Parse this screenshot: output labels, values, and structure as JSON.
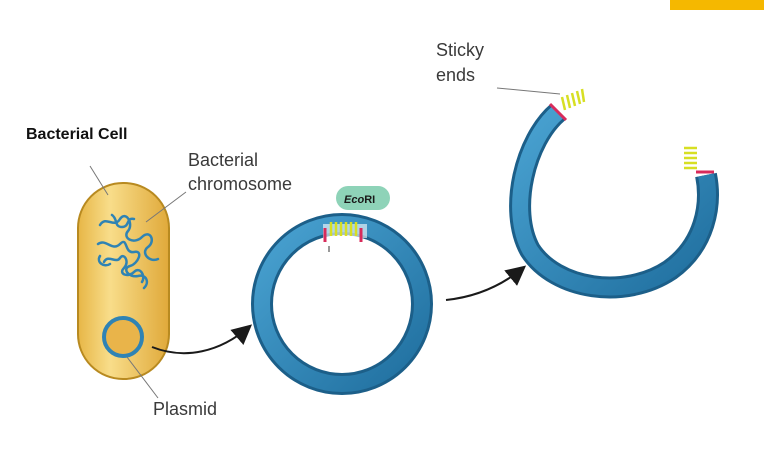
{
  "labels": {
    "bacterial_cell": "Bacterial Cell",
    "bacterial_chromosome_line1": "Bacterial",
    "bacterial_chromosome_line2": "chromosome",
    "enzyme_italic": "Eco",
    "enzyme_rest": "RI",
    "plasmid": "Plasmid",
    "sticky_ends_line1": "Sticky",
    "sticky_ends_line2": "ends"
  },
  "colors": {
    "accent_bar": "#f5b800",
    "cell_fill": "#f2c860",
    "cell_edge": "#b88a20",
    "plasmid_ring": "#2f83b4",
    "plasmid_dark": "#1c5f89",
    "enzyme_badge": "#8ed3b8",
    "sticky_yellow": "#d7df23",
    "sticky_red": "#d82b5b",
    "arrow": "#1a1a1a"
  }
}
